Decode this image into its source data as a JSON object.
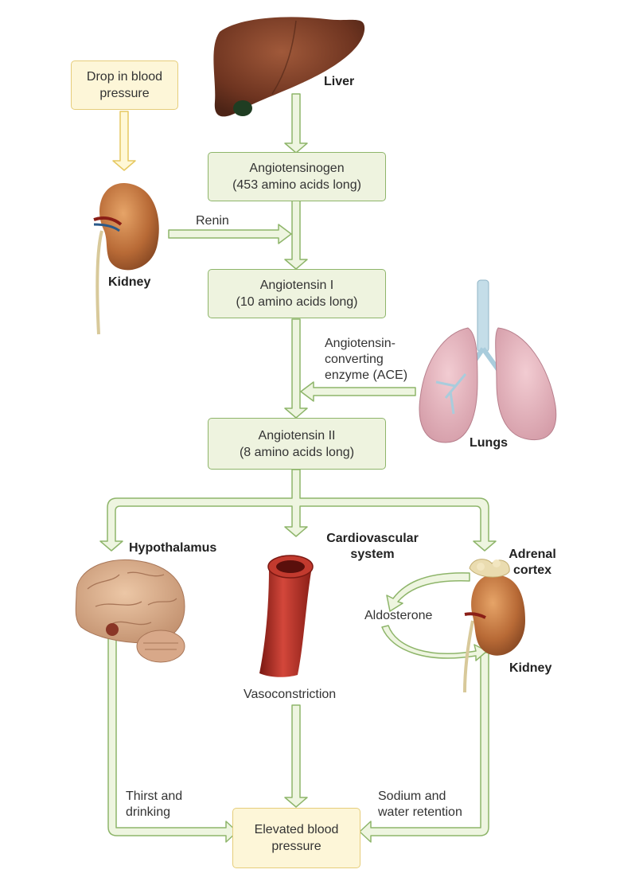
{
  "boxes": {
    "drop": [
      "Drop in blood",
      "pressure"
    ],
    "angiotensinogen": [
      "Angiotensinogen",
      "(453 amino acids long)"
    ],
    "angiotensin1": [
      "Angiotensin I",
      "(10 amino acids long)"
    ],
    "angiotensin2": [
      "Angiotensin II",
      "(8 amino acids long)"
    ],
    "elevated": [
      "Elevated blood",
      "pressure"
    ]
  },
  "organs": {
    "liver": "Liver",
    "kidney_top": "Kidney",
    "lungs": "Lungs",
    "hypothalamus": "Hypothalamus",
    "cardio": [
      "Cardiovascular",
      "system"
    ],
    "adrenal": [
      "Adrenal",
      "cortex"
    ],
    "kidney_bottom": "Kidney"
  },
  "labels": {
    "renin": "Renin",
    "ace": [
      "Angiotensin-",
      "converting",
      "enzyme (ACE)"
    ],
    "aldosterone": "Aldosterone",
    "vasoconstriction": "Vasoconstriction",
    "thirst": [
      "Thirst and",
      "drinking"
    ],
    "sodium": [
      "Sodium and",
      "water retention"
    ]
  },
  "colors": {
    "arrow_fill": "#eef5e0",
    "arrow_stroke": "#8eb56a",
    "yellow_arrow_fill": "#fff8d6",
    "yellow_arrow_stroke": "#e6c860"
  }
}
